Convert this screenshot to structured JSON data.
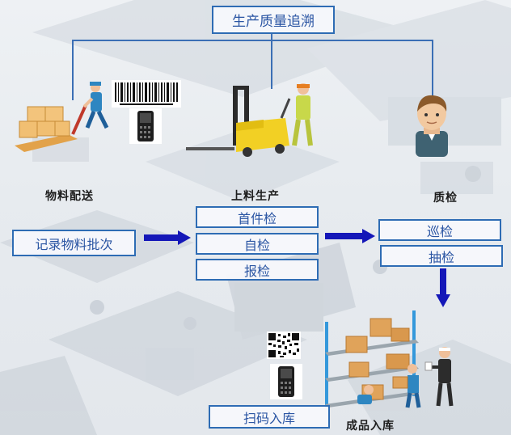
{
  "title": "生产质量追溯",
  "stages": {
    "material_delivery": "物料配送",
    "production": "上料生产",
    "quality": "质检",
    "warehouse": "成品入库"
  },
  "record_batch": "记录物料批次",
  "production_checks": [
    "首件检",
    "自检",
    "报检"
  ],
  "quality_checks": [
    "巡检",
    "抽检"
  ],
  "scan_label": "扫码入库",
  "colors": {
    "box_border": "#2e6cb4",
    "box_text": "#2a55a3",
    "arrow": "#1417b8",
    "connector": "#3b6fb5"
  }
}
